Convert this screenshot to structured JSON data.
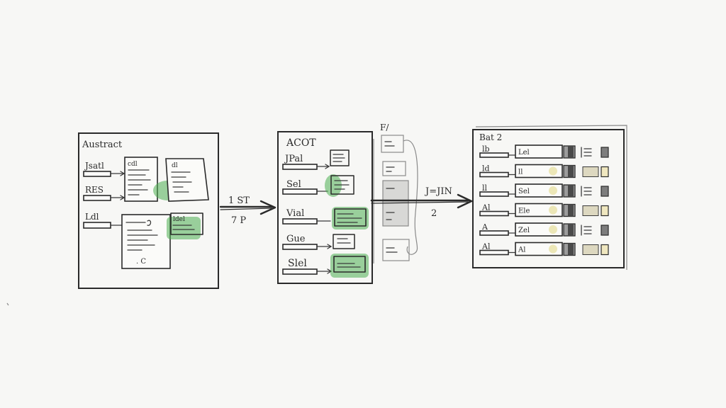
{
  "panels": {
    "abstract": {
      "title": "Austract",
      "row_labels": [
        "Jsatl",
        "RES",
        "Ldl"
      ],
      "doc_captions": [
        "cdl",
        "dl",
        "ldel"
      ]
    },
    "acot": {
      "title": "ACOT",
      "row_labels": [
        "JPal",
        "Sel",
        "Vial",
        "Gue",
        "Slel"
      ]
    },
    "column": {
      "top_label": "F/"
    },
    "result": {
      "title": "Bat 2",
      "row_labels": [
        "lb",
        "ld",
        "ll",
        "Al",
        "A",
        "Al"
      ],
      "cell_labels": [
        "Lel",
        "ll",
        "Sel",
        "Ele",
        "Zel",
        "Al"
      ]
    }
  },
  "arrows": {
    "first": {
      "top": "1 ST",
      "bottom": "7 P"
    },
    "second": {
      "top": "J=JIN",
      "bottom": "2"
    }
  }
}
